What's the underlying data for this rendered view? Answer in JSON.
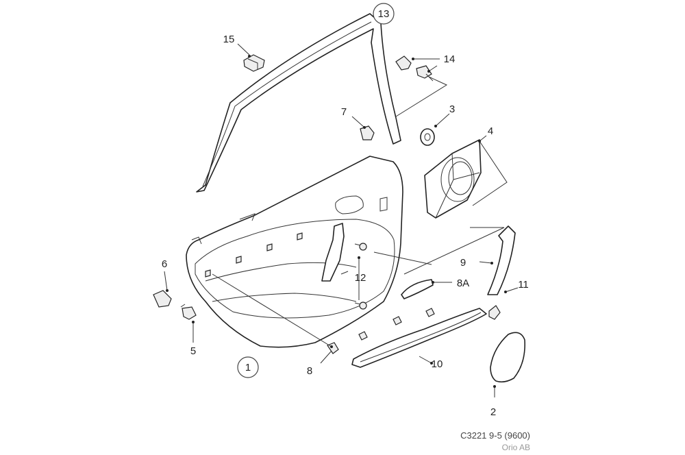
{
  "callouts": {
    "c1": "1",
    "c2": "2",
    "c3": "3",
    "c4": "4",
    "c5": "5",
    "c6": "6",
    "c7": "7",
    "c8": "8",
    "c8a": "8A",
    "c9": "9",
    "c10": "10",
    "c11": "11",
    "c12": "12",
    "c13": "13",
    "c14": "14",
    "c15": "15"
  },
  "footer": {
    "code": "C3221 9-5 (9600)",
    "company": "Orio AB"
  }
}
